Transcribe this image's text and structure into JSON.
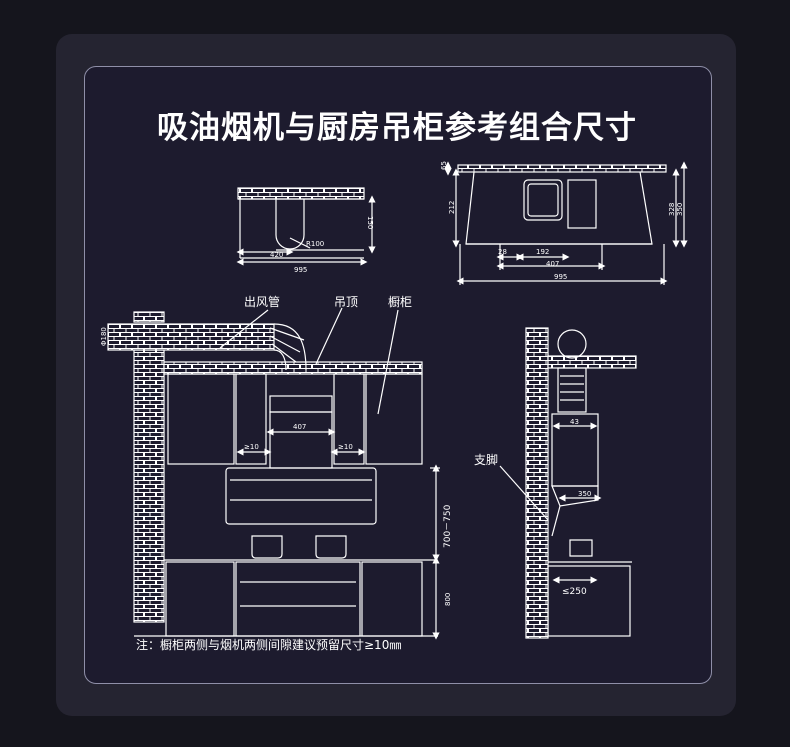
{
  "title": "吸油烟机与厨房吊柜参考组合尺寸",
  "top_left_view": {
    "dims": {
      "width_total": "995",
      "width_half": "420",
      "radius": "R100",
      "height": "150"
    }
  },
  "top_right_view": {
    "dims": {
      "top": "65",
      "left_height": "212",
      "h1": "328",
      "h2": "350",
      "d1": "28",
      "d2": "192",
      "d3": "407",
      "total": "995"
    }
  },
  "front_view": {
    "labels": {
      "duct": "出风管",
      "ceiling": "吊顶",
      "cabinet": "橱柜"
    },
    "dims": {
      "duct_dia": "Φ180",
      "inner_width": "407",
      "gap_left": "≥10",
      "gap_right": "≥10",
      "hood_height": "700－750",
      "counter_height": "800"
    }
  },
  "side_view": {
    "labels": {
      "bracket": "支脚"
    },
    "dims": {
      "top": "43",
      "depth": "350",
      "counter": "≤250"
    }
  },
  "note": "注：橱柜两侧与烟机两侧间隙建议预留尺寸≥10㎜",
  "colors": {
    "background": "#1d1b2e",
    "line": "#ffffff"
  }
}
